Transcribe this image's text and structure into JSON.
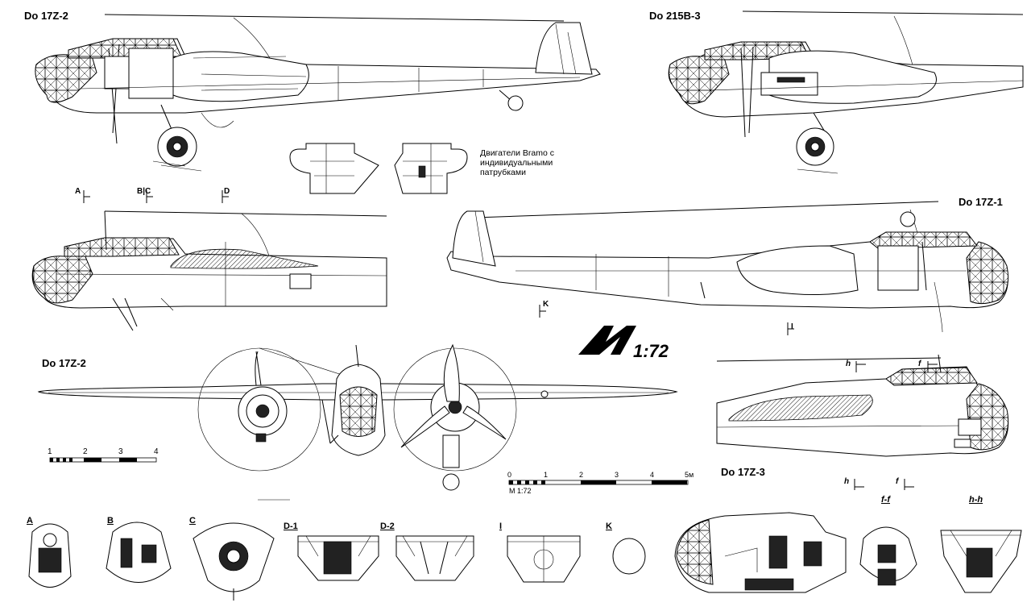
{
  "views": {
    "side_top_left": "Do 17Z-2",
    "side_top_right": "Do 215B-3",
    "side_middle_right": "Do 17Z-1",
    "front_view": "Do 17Z-2",
    "nose_detail": "Do 17Z-3"
  },
  "engine_note": "Двигатели Bramo с индивидуальными патрубками",
  "cut_markers": {
    "a": "A",
    "bc": "B|C",
    "d": "D",
    "k": "K",
    "i": "I",
    "h_top": "h",
    "f_top": "f",
    "h_bottom": "h",
    "f_bottom": "f"
  },
  "logo": {
    "scale": "1:72"
  },
  "small_scale": {
    "ticks": [
      "1",
      "2",
      "3",
      "4"
    ]
  },
  "metric_scale": {
    "ticks": [
      "0",
      "1",
      "2",
      "3",
      "4",
      "5м"
    ],
    "caption": "М 1:72"
  },
  "sections": [
    "A",
    "B",
    "C",
    "D-1",
    "D-2",
    "I",
    "K",
    "f-f",
    "h-h"
  ]
}
